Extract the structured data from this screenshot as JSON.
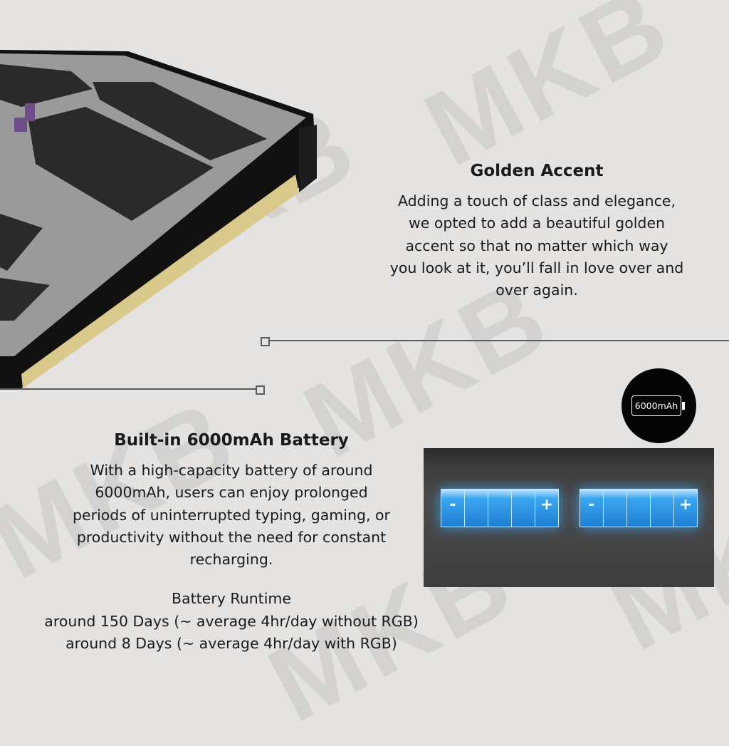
{
  "watermark": "MKB",
  "golden_accent": {
    "title": "Golden Accent",
    "lines": [
      "Adding a touch of class and elegance,",
      "we opted to add a beautiful golden",
      "accent so that no matter which way",
      "you look at it, you’ll fall in love over and",
      "over again."
    ]
  },
  "battery": {
    "title": "Built-in 6000mAh Battery",
    "lines": [
      "With a high-capacity battery of around",
      "6000mAh, users can enjoy prolonged",
      "periods of uninterrupted typing, gaming, or",
      "productivity without the need for constant",
      "recharging."
    ],
    "runtime_title": "Battery Runtime",
    "runtime_lines": [
      "around 150 Days (~ average 4hr/day without RGB)",
      "around 8 Days (~ average 4hr/day with RGB)"
    ],
    "badge_label": "6000mAh",
    "cell_minus": "-",
    "cell_plus": "+"
  },
  "colors": {
    "background": "#e4e3e1",
    "gold": "#d9c98a",
    "cell_blue": "#2a90e0"
  }
}
